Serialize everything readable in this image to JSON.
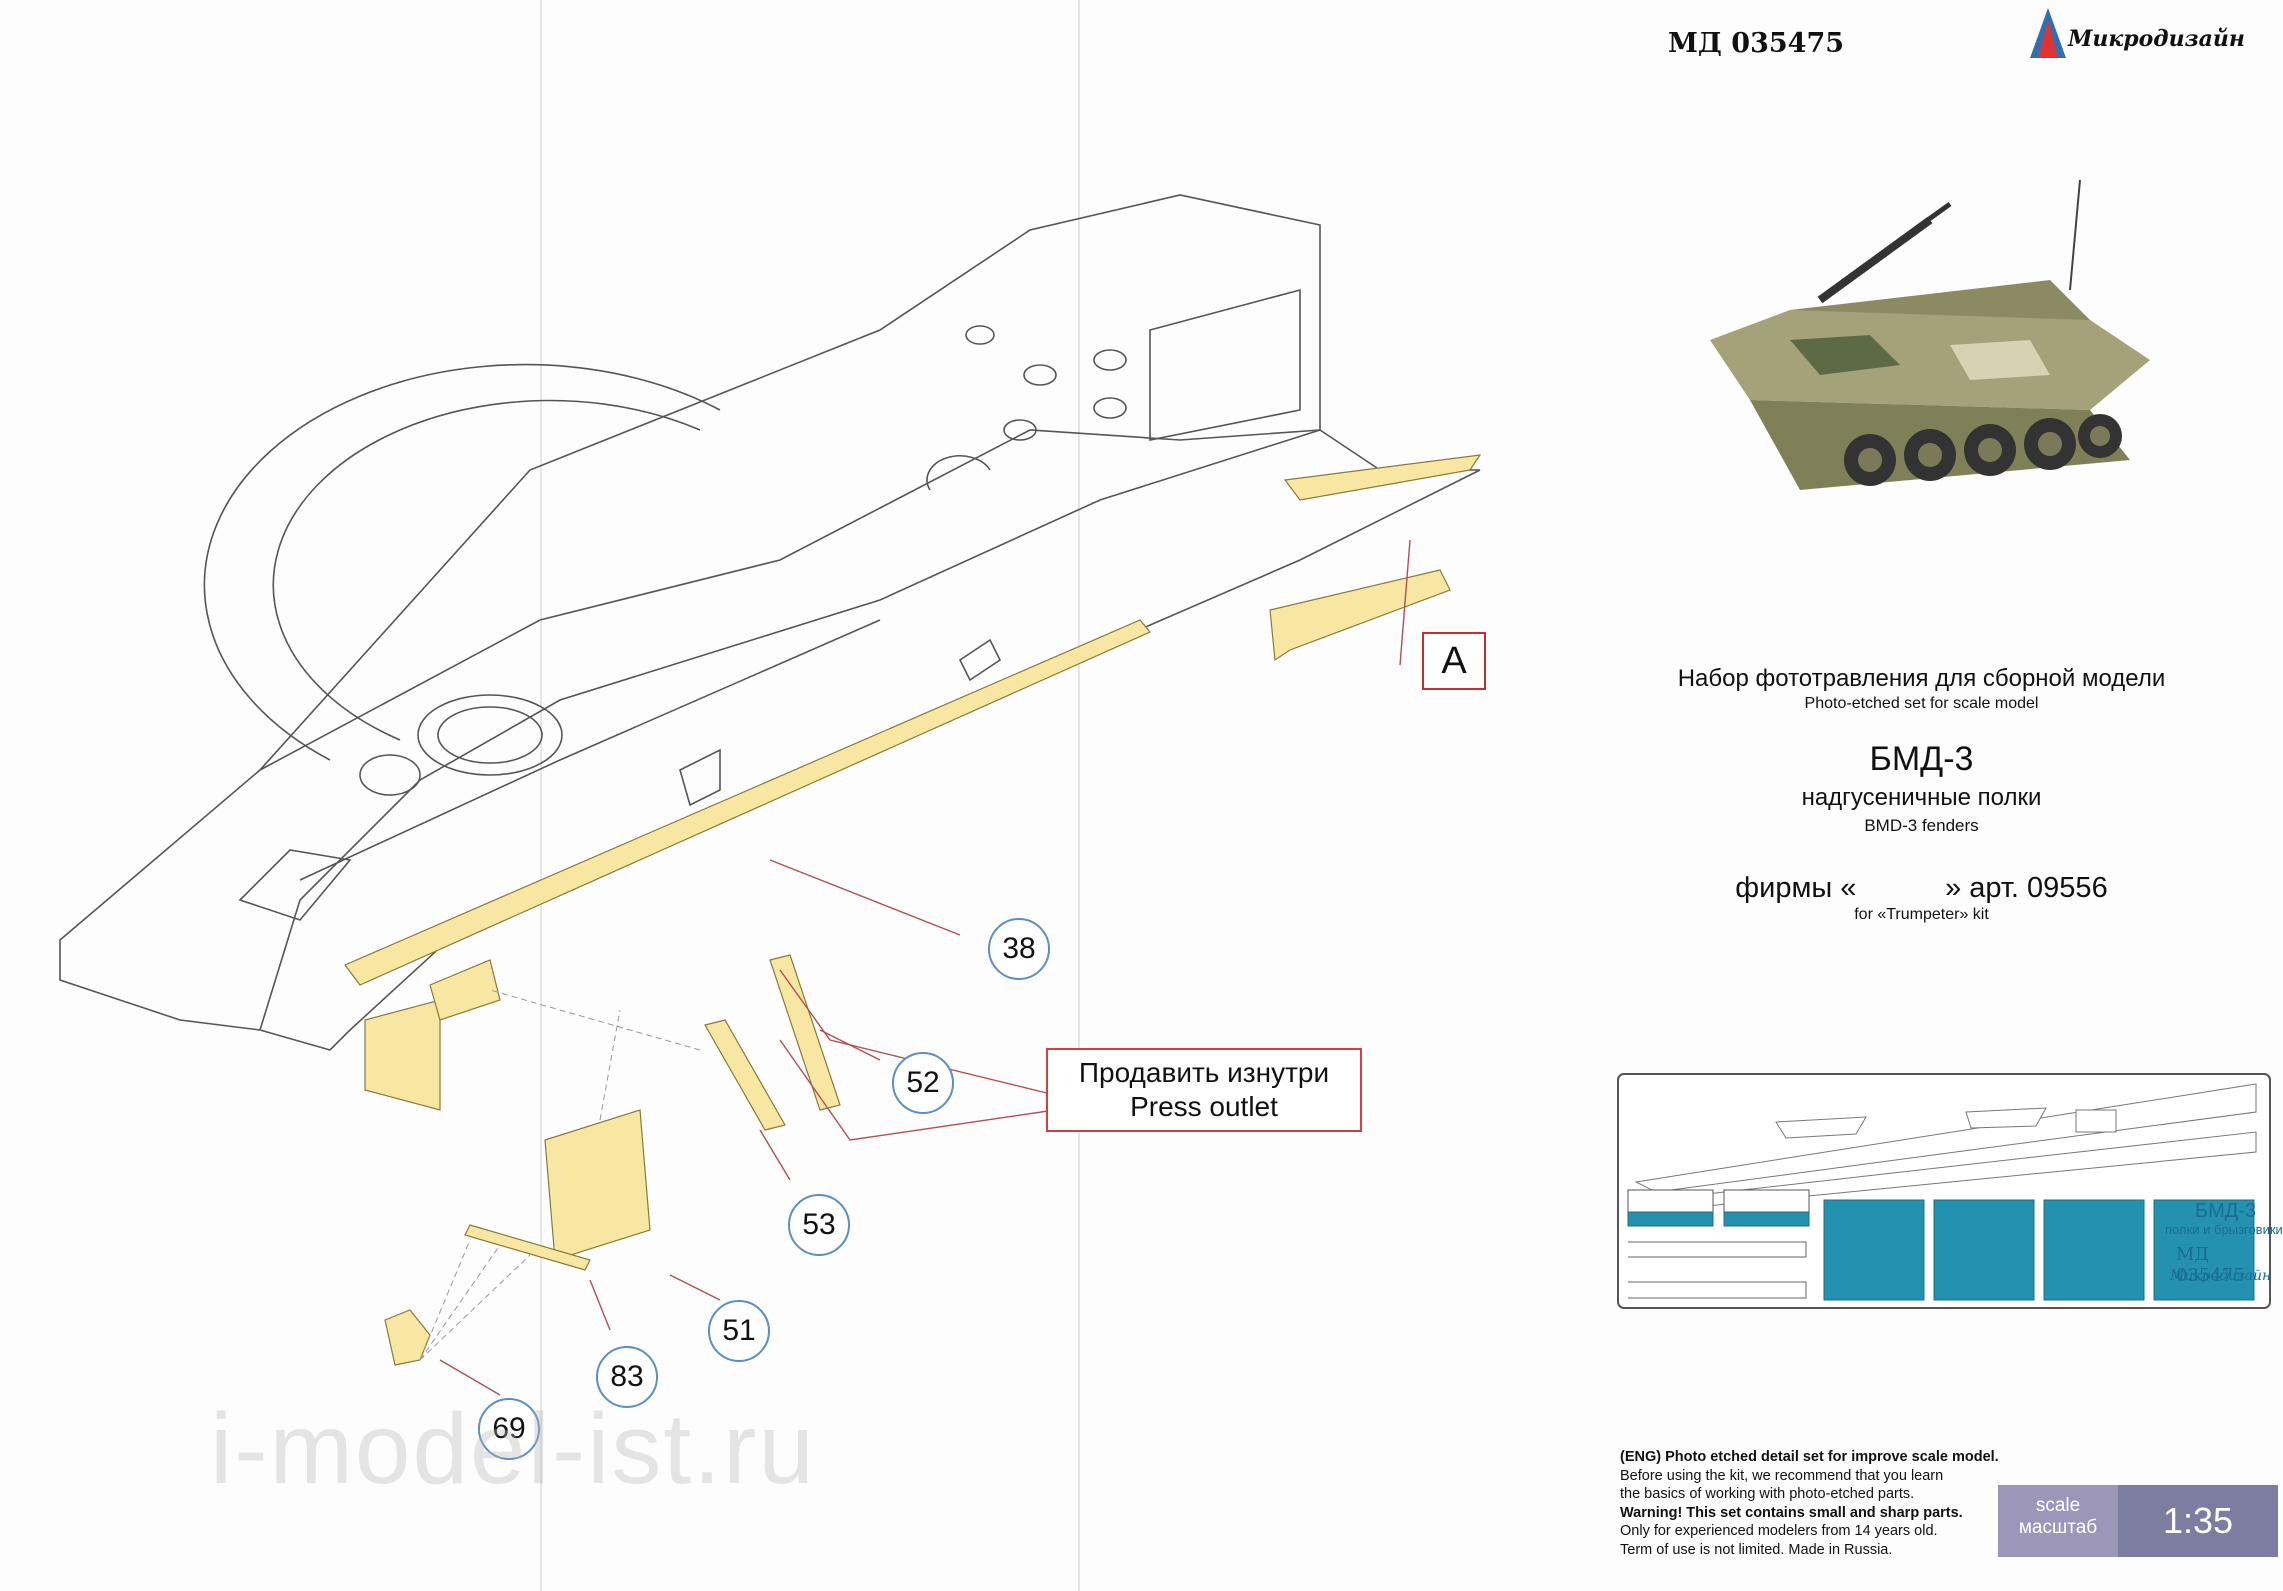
{
  "header": {
    "code": "МД 035475",
    "brand": "Микродизайн"
  },
  "intro": {
    "title_ru": "Набор фототравления для сборной модели",
    "title_en": "Photo-etched set for scale model",
    "model": "БМД-3",
    "subtitle_ru": "надгусеничные полки",
    "subtitle_en": "BMD-3 fenders",
    "kit_ru": "фирмы «           » арт. 09556",
    "kit_en": "for «Trumpeter» kit"
  },
  "diagram": {
    "detail_mark": "A",
    "callout_ru": "Продавить изнутри",
    "callout_en": "Press outlet",
    "parts": [
      "38",
      "52",
      "53",
      "51",
      "83",
      "69"
    ]
  },
  "fret": {
    "title": "БМД-3",
    "subtitle": "полки и брызговики",
    "code": "МД 035475",
    "brand": "Микродизайн"
  },
  "notes": {
    "lines": [
      "(ENG) Photo etched detail set for improve scale model.",
      "Before using the kit, we recommend that you learn",
      "the basics of working with photo-etched parts.",
      "Warning! This set contains small and sharp parts.",
      "Only for experienced modelers from 14 years old.",
      "Term of use is not limited. Made in Russia."
    ]
  },
  "scale": {
    "label_en": "scale",
    "label_ru": "масштаб",
    "value": "1:35"
  },
  "watermark": "i-model-ist.ru",
  "colors": {
    "part_fill": "#f7e7a3",
    "fret_fill": "#2591b0",
    "callout_border": "#d04040",
    "number_circle": "#5b8fc0"
  }
}
